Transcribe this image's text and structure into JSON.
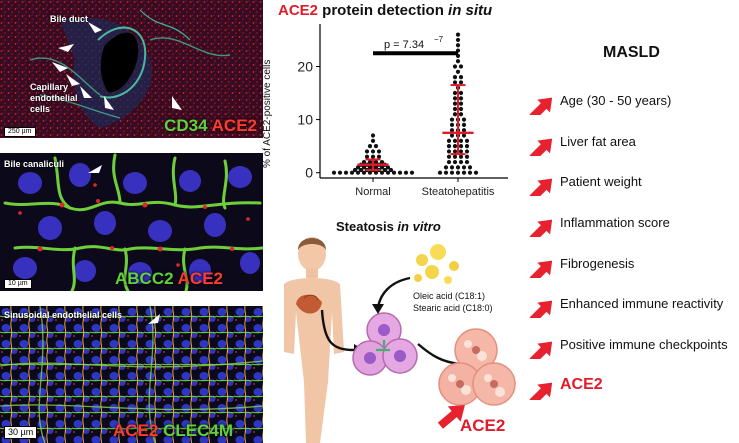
{
  "micrographs": {
    "panel1": {
      "label_bile_duct": "Bile duct",
      "label_capillary": [
        "Capillary",
        "endothelial",
        "cells"
      ],
      "scale": "250 µm",
      "stain_a": "CD34",
      "stain_b": "ACE2"
    },
    "panel2": {
      "label": "Bile canaliculi",
      "scale": "10 µm",
      "stain_a": "ABCC2",
      "stain_b": "ACE2"
    },
    "panel3": {
      "label": "Sinusoidal endothelial cells",
      "scale": "30 µm",
      "stain_a": "ACE2",
      "stain_b": "CLEC4M"
    }
  },
  "plot": {
    "title_a": "ACE2",
    "title_b": " protein detection ",
    "title_c": "in situ",
    "pvalue_label": "p = 7.34",
    "pvalue_exp": "−7"
  },
  "chart_data": {
    "type": "scatter",
    "ylabel": "% of ACE2-positive cells",
    "xlabel": "",
    "categories": [
      "Normal",
      "Steatohepatitis"
    ],
    "yticks": [
      0,
      10,
      20
    ],
    "ylim": [
      -1,
      28
    ],
    "series": [
      {
        "category": "Normal",
        "summary": {
          "low": 0.5,
          "mid": 1.5,
          "high": 2.5
        },
        "values": [
          0,
          0,
          0,
          0,
          0,
          0,
          0,
          0,
          0,
          0,
          0,
          0,
          0,
          0,
          0.5,
          0.5,
          0.5,
          0.5,
          0.5,
          0.5,
          0.5,
          1,
          1,
          1,
          1,
          1,
          1,
          1.5,
          1.5,
          1.5,
          1.5,
          1.5,
          2,
          2,
          2,
          2,
          3,
          3,
          3,
          4,
          4,
          4,
          5,
          5,
          6,
          7
        ]
      },
      {
        "category": "Steatohepatitis",
        "summary": {
          "low": 3.5,
          "mid": 7.5,
          "high": 16.5
        },
        "values": [
          0,
          0,
          0,
          0,
          0,
          0,
          0,
          1,
          1,
          1,
          1,
          1,
          2,
          2,
          2,
          2,
          3,
          3,
          3,
          3,
          4,
          4,
          4,
          4,
          5,
          5,
          5,
          5,
          6,
          6,
          6,
          6,
          7,
          7,
          7,
          8,
          8,
          8,
          9,
          9,
          9,
          10,
          10,
          10,
          11,
          11,
          12,
          12,
          13,
          13,
          14,
          14,
          15,
          15,
          16,
          17,
          17,
          18,
          18,
          19,
          20,
          20,
          21,
          22,
          23,
          24,
          25,
          26
        ]
      }
    ],
    "colors": {
      "dots": "#111111",
      "summary": "#e11b2a",
      "bracket": "#000000"
    }
  },
  "vitro": {
    "title_a": "Steatosis ",
    "title_b": "in vitro",
    "acid_1": "Oleic acid (C18:1)",
    "acid_2": "Stearic acid (C18:0)",
    "result": "ACE2"
  },
  "masld": {
    "title": "MASLD",
    "items": [
      "Age (30 - 50 years)",
      "Liver fat area",
      "Patient weight",
      "Inflammation score",
      "Fibrogenesis",
      "Enhanced immune reactivity",
      "Positive immune checkpoints",
      "ACE2"
    ],
    "arrow_color": "#e8212f"
  }
}
